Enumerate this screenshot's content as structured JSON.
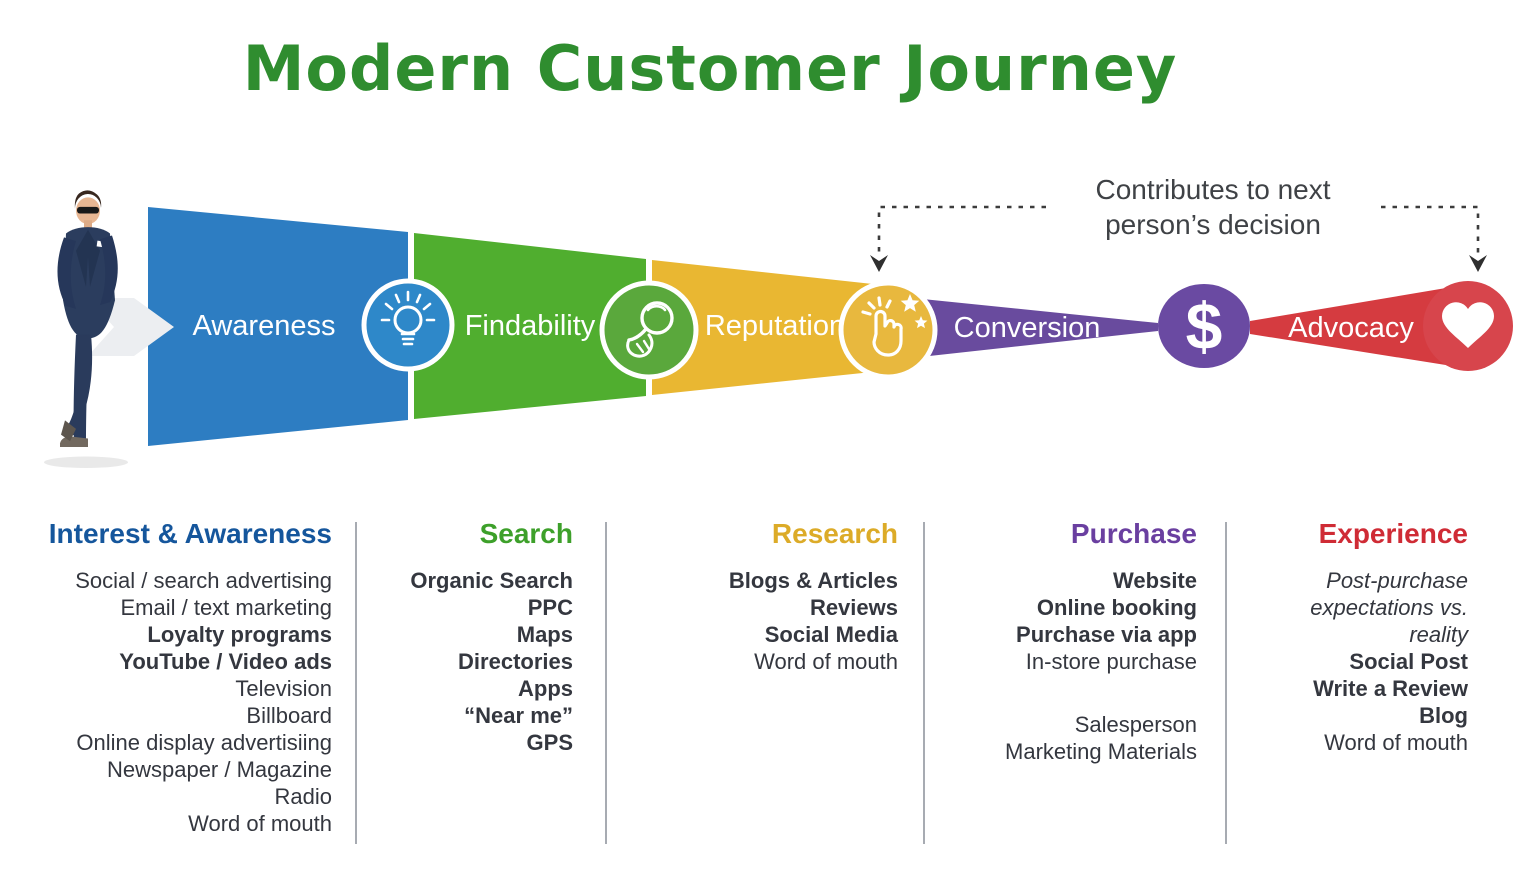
{
  "title": "Modern Customer Journey",
  "annotation": {
    "line1": "Contributes to next",
    "line2": "person’s decision"
  },
  "funnel": {
    "stages": [
      {
        "label": "Awareness",
        "color": "#2d7dc2"
      },
      {
        "label": "Findability",
        "color": "#50ae2f"
      },
      {
        "label": "Reputation",
        "color": "#e9b732"
      },
      {
        "label": "Conversion",
        "color": "#694b9e"
      },
      {
        "label": "Advocacy",
        "color": "#d53b40"
      }
    ],
    "icons": [
      {
        "name": "lightbulb-icon",
        "circle_color": "#2e88c9"
      },
      {
        "name": "magnifier-hand-icon",
        "circle_color": "#5aa83c"
      },
      {
        "name": "click-hand-stars-icon",
        "circle_color": "#e8b83e"
      },
      {
        "name": "dollar-icon",
        "circle_color": "#6a4aa2",
        "glyph": "$"
      },
      {
        "name": "heart-icon",
        "circle_color": "#d7454c"
      }
    ]
  },
  "columns": [
    {
      "header": "Interest & Awareness",
      "header_color": "#15569c",
      "items": [
        {
          "text": "Social / search advertising",
          "style": "regular"
        },
        {
          "text": "Email / text marketing",
          "style": "regular"
        },
        {
          "text": "Loyalty programs",
          "style": "bold"
        },
        {
          "text": "YouTube / Video ads",
          "style": "bold"
        },
        {
          "text": "Television",
          "style": "regular"
        },
        {
          "text": "Billboard",
          "style": "regular"
        },
        {
          "text": "Online display advertisiing",
          "style": "regular"
        },
        {
          "text": "Newspaper / Magazine",
          "style": "regular"
        },
        {
          "text": "Radio",
          "style": "regular"
        },
        {
          "text": "Word of mouth",
          "style": "regular"
        }
      ]
    },
    {
      "header": "Search",
      "header_color": "#3da02a",
      "items": [
        {
          "text": "Organic Search",
          "style": "bold"
        },
        {
          "text": "PPC",
          "style": "bold"
        },
        {
          "text": "Maps",
          "style": "bold"
        },
        {
          "text": "Directories",
          "style": "bold"
        },
        {
          "text": "Apps",
          "style": "bold"
        },
        {
          "text": "“Near me”",
          "style": "bold"
        },
        {
          "text": "GPS",
          "style": "bold"
        }
      ]
    },
    {
      "header": "Research",
      "header_color": "#dcab28",
      "items": [
        {
          "text": "Blogs & Articles",
          "style": "bold"
        },
        {
          "text": "Reviews",
          "style": "bold"
        },
        {
          "text": "Social Media",
          "style": "bold"
        },
        {
          "text": "Word of mouth",
          "style": "regular"
        }
      ]
    },
    {
      "header": "Purchase",
      "header_color": "#6a3fa0",
      "items": [
        {
          "text": "Website",
          "style": "bold"
        },
        {
          "text": "Online booking",
          "style": "bold"
        },
        {
          "text": "Purchase via app",
          "style": "bold"
        },
        {
          "text": "In-store purchase",
          "style": "regular"
        },
        {
          "text": "Salesperson",
          "style": "regular"
        },
        {
          "text": "Marketing Materials",
          "style": "regular"
        }
      ]
    },
    {
      "header": "Experience",
      "header_color": "#cf2b35",
      "items": [
        {
          "text": "Post-purchase expectations vs. reality",
          "style": "italic"
        },
        {
          "text": "Social Post",
          "style": "bold"
        },
        {
          "text": "Write a Review",
          "style": "bold"
        },
        {
          "text": "Blog",
          "style": "bold"
        },
        {
          "text": "Word of mouth",
          "style": "regular"
        }
      ]
    }
  ]
}
